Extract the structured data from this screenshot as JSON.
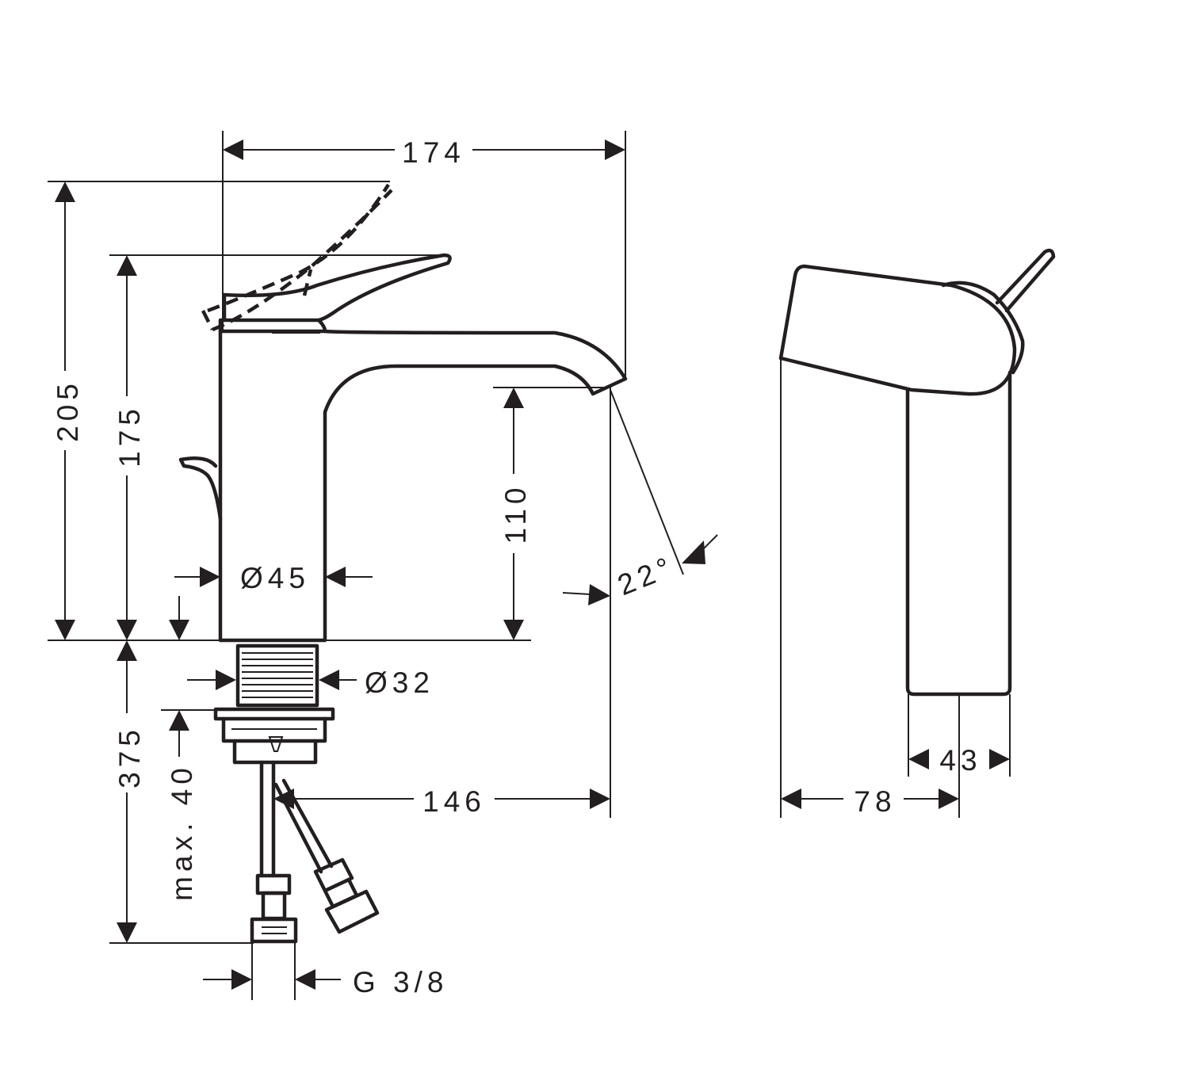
{
  "dimensions": {
    "overall_depth": "174",
    "height_lever_raised": "205",
    "height_lever": "175",
    "spout_height": "110",
    "body_diameter": "Ø45",
    "shank_diameter": "Ø32",
    "spout_angle": "22°",
    "shank_length": "375",
    "max_counter_thickness": "max. 40",
    "spout_reach": "146",
    "connection_thread": "G 3/8",
    "side_width": "78",
    "spout_width": "43"
  }
}
